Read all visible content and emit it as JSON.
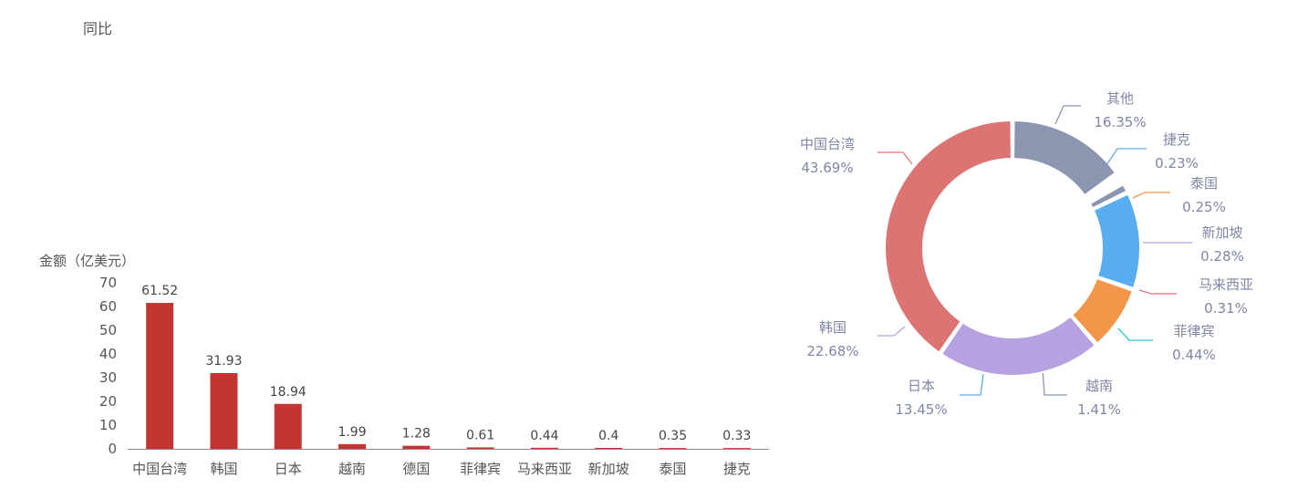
{
  "header": {
    "label": "同比"
  },
  "chart_data": [
    {
      "type": "bar",
      "ylabel": "金额（亿美元）",
      "ylim": [
        0,
        70
      ],
      "yticks": [
        0,
        10,
        20,
        30,
        40,
        50,
        60,
        70
      ],
      "categories": [
        "中国台湾",
        "韩国",
        "日本",
        "越南",
        "德国",
        "菲律宾",
        "马来西亚",
        "新加坡",
        "泰国",
        "捷克"
      ],
      "values": [
        61.52,
        31.93,
        18.94,
        1.99,
        1.28,
        0.61,
        0.44,
        0.4,
        0.35,
        0.33
      ],
      "value_labels": [
        "61.52",
        "31.93",
        "18.94",
        "1.99",
        "1.28",
        "0.61",
        "0.44",
        "0.4",
        "0.35",
        "0.33"
      ],
      "bar_color": "#c23531",
      "grid": false
    },
    {
      "type": "pie",
      "style": "donut",
      "slices": [
        {
          "name": "其他",
          "pct": "16.35%",
          "value": 16.35,
          "color": "#8c96b0"
        },
        {
          "name": "捷克",
          "pct": "0.23%",
          "value": 0.23,
          "color": "#5aaef0"
        },
        {
          "name": "泰国",
          "pct": "0.25%",
          "value": 0.25,
          "color": "#f4964a"
        },
        {
          "name": "新加坡",
          "pct": "0.28%",
          "value": 0.28,
          "color": "#b6a2e0"
        },
        {
          "name": "马来西亚",
          "pct": "0.31%",
          "value": 0.31,
          "color": "#dc7474"
        },
        {
          "name": "菲律宾",
          "pct": "0.44%",
          "value": 0.44,
          "color": "#2ec7c9"
        },
        {
          "name": "越南",
          "pct": "1.41%",
          "value": 1.41,
          "color": "#8c96b0"
        },
        {
          "name": "日本",
          "pct": "13.45%",
          "value": 13.45,
          "color": "#5aaef0"
        },
        {
          "name": "",
          "pct": "",
          "value": 9.0,
          "color": "#f4964a"
        },
        {
          "name": "韩国",
          "pct": "22.68%",
          "value": 22.68,
          "color": "#b6a2e0"
        },
        {
          "name": "中国台湾",
          "pct": "43.69%",
          "value": 43.69,
          "color": "#dc7474"
        }
      ]
    }
  ]
}
